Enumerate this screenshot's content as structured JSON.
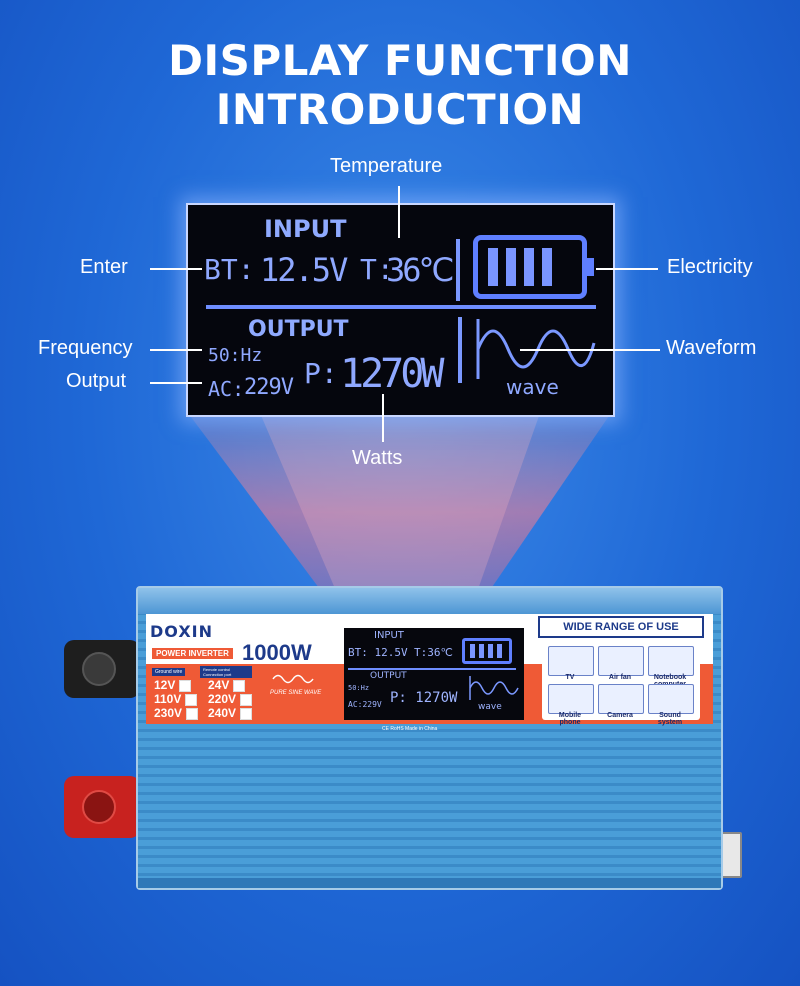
{
  "header": {
    "title": "DISPLAY FUNCTION INTRODUCTION"
  },
  "callouts": {
    "temperature": "Temperature",
    "enter": "Enter",
    "electricity": "Electricity",
    "frequency": "Frequency",
    "waveform": "Waveform",
    "output": "Output",
    "watts": "Watts"
  },
  "lcd": {
    "input_label": "INPUT",
    "bt_label": "BT:",
    "bt_value": "12.5V",
    "temp_label": "T:",
    "temp_value": "36℃",
    "output_label": "OUTPUT",
    "freq": "50:Hz",
    "ac_label": "AC:",
    "ac_value": "229V",
    "power_label": "P:",
    "power_value": "1270W",
    "wave_label": "wave",
    "battery_bars": 4
  },
  "device": {
    "brand": "DOXIN",
    "subtitle": "POWER INVERTER",
    "power": "1000W",
    "pure_sine": "PURE SINE WAVE",
    "ground_wire": "Ground wire",
    "remote": "Remote control Connection port",
    "voltages_left": [
      "12V",
      "110V",
      "230V"
    ],
    "voltages_right": [
      "24V",
      "220V",
      "240V"
    ],
    "certs": "CE RoHS",
    "made_in": "Made in China",
    "wide_range": "WIDE RANGE OF USE",
    "uses": [
      "TV",
      "Air fan",
      "Notebook computer",
      "Mobile phone",
      "Camera",
      "Sound system"
    ]
  },
  "colors": {
    "background": "#1f68d6",
    "lcd_text": "#8fa8ff",
    "panel_orange": "#ef5a36",
    "device_blue": "#4a9ed8"
  }
}
